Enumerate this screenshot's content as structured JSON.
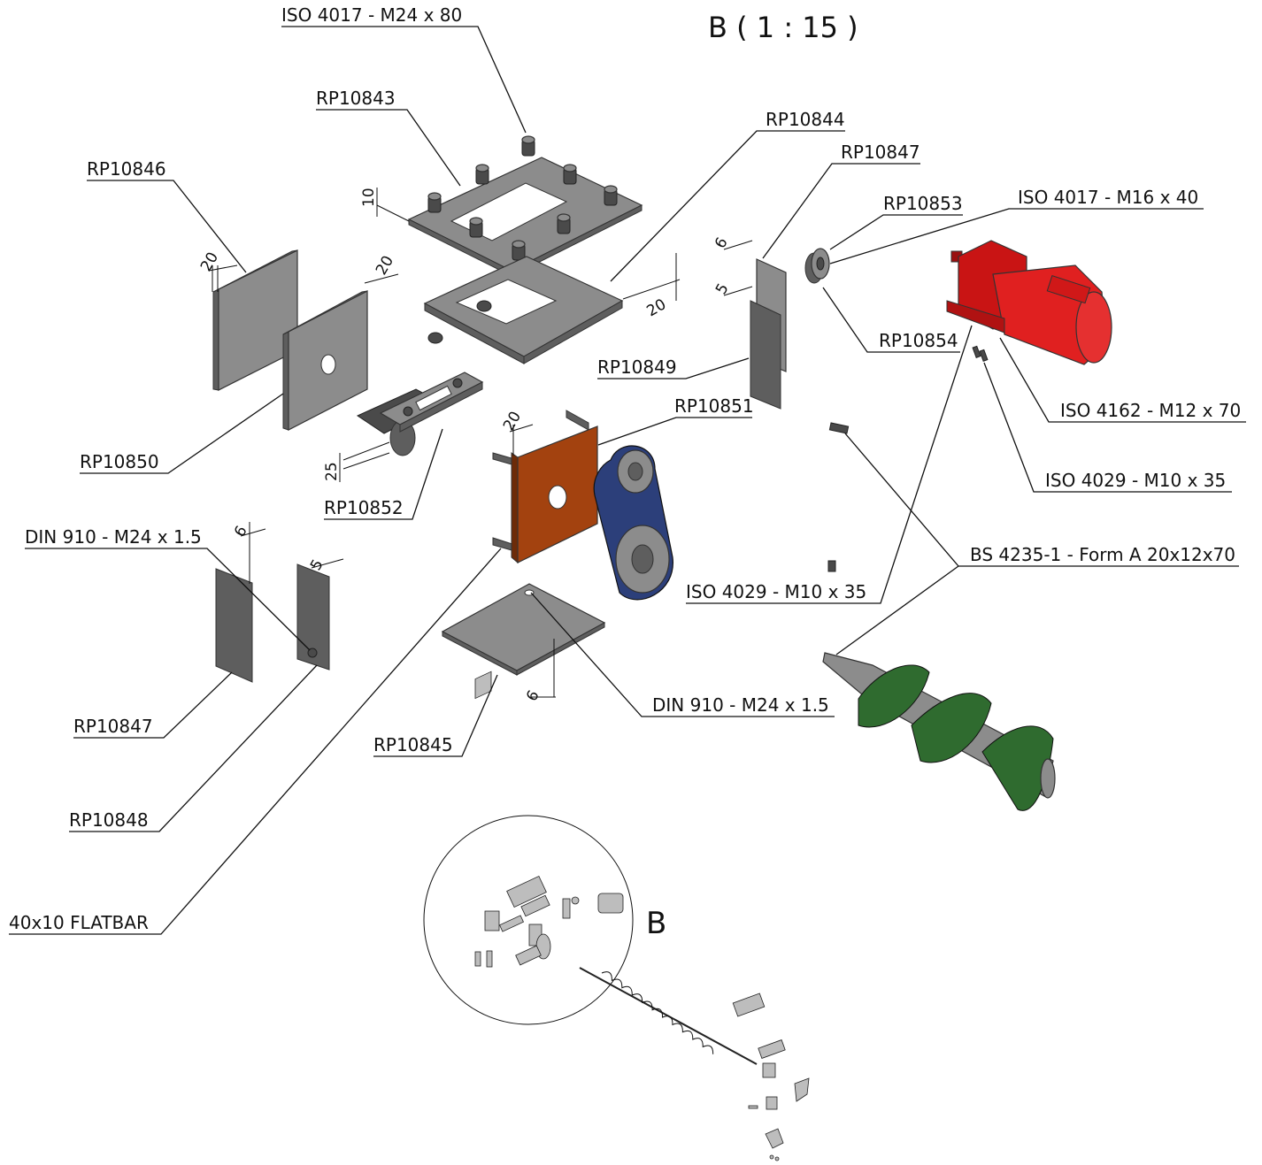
{
  "view_title": "B ( 1 : 15 )",
  "detail_label": "B",
  "labels": {
    "iso4017_m24x80": "ISO 4017 - M24 x 80",
    "rp10843": "RP10843",
    "rp10844": "RP10844",
    "rp10847_top": "RP10847",
    "rp10853": "RP10853",
    "iso4017_m16x40": "ISO 4017 - M16 x 40",
    "rp10846": "RP10846",
    "rp10854": "RP10854",
    "rp10849": "RP10849",
    "rp10851": "RP10851",
    "iso4162_m12x70": "ISO 4162 - M12 x 70",
    "rp10850": "RP10850",
    "rp10852": "RP10852",
    "iso4029_m10x35_right": "ISO 4029 - M10 x 35",
    "din910_left": "DIN 910 - M24 x 1.5",
    "bs4235": "BS 4235-1 - Form A 20x12x70",
    "iso4029_m10x35_mid": "ISO 4029 - M10 x 35",
    "din910_right": "DIN 910 - M24 x 1.5",
    "rp10847_bottom": "RP10847",
    "rp10845": "RP10845",
    "rp10848": "RP10848",
    "flatbar": "40x10 FLATBAR"
  },
  "dimensions": {
    "top_plate_thickness": "10",
    "plate_1": "20",
    "plate_2": "20",
    "plate_3": "20",
    "side_plate_a": "6",
    "side_plate_b": "5",
    "bearing": "25",
    "end_plate": "20",
    "small_plate_a": "6",
    "small_plate_b": "5",
    "base_plate": "6"
  },
  "colors": {
    "motor": "#d81818",
    "end_plate": "#a3420f",
    "auger_flight": "#2f6b2f",
    "belt": "#2c3f7a",
    "steel": "#8c8c8c"
  }
}
